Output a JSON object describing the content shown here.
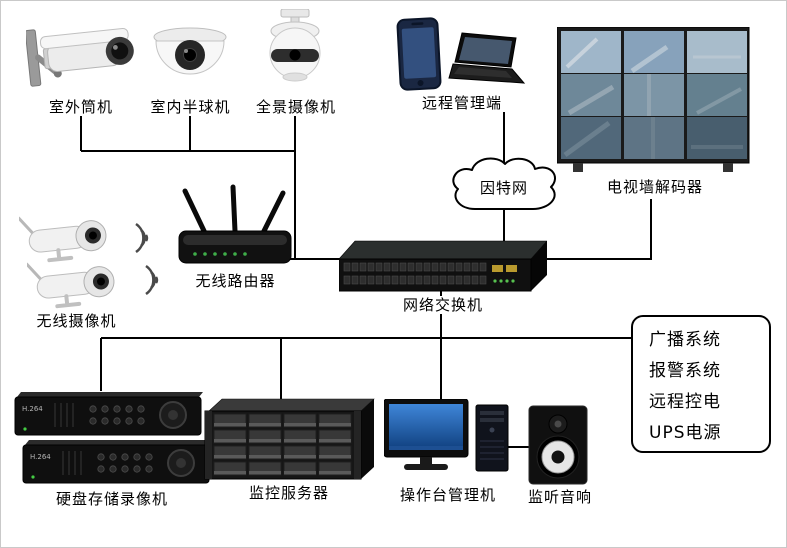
{
  "labels": {
    "outdoor_bullet": "室外筒机",
    "indoor_dome": "室内半球机",
    "panoramic": "全景摄像机",
    "remote_mgmt": "远程管理端",
    "tv_wall_decoder": "电视墙解码器",
    "internet": "因特网",
    "wireless_camera": "无线摄像机",
    "wireless_router": "无线路由器",
    "network_switch": "网络交换机",
    "dvr": "硬盘存储录像机",
    "server": "监控服务器",
    "console": "操作台管理机",
    "speaker": "监听音响"
  },
  "side_panel": {
    "items": [
      "广播系统",
      "报警系统",
      "远程控电",
      "UPS电源"
    ]
  },
  "dvr_badge": "H.264",
  "colors": {
    "wire": "#000000",
    "background": "#ffffff",
    "panel_border": "#000000"
  }
}
